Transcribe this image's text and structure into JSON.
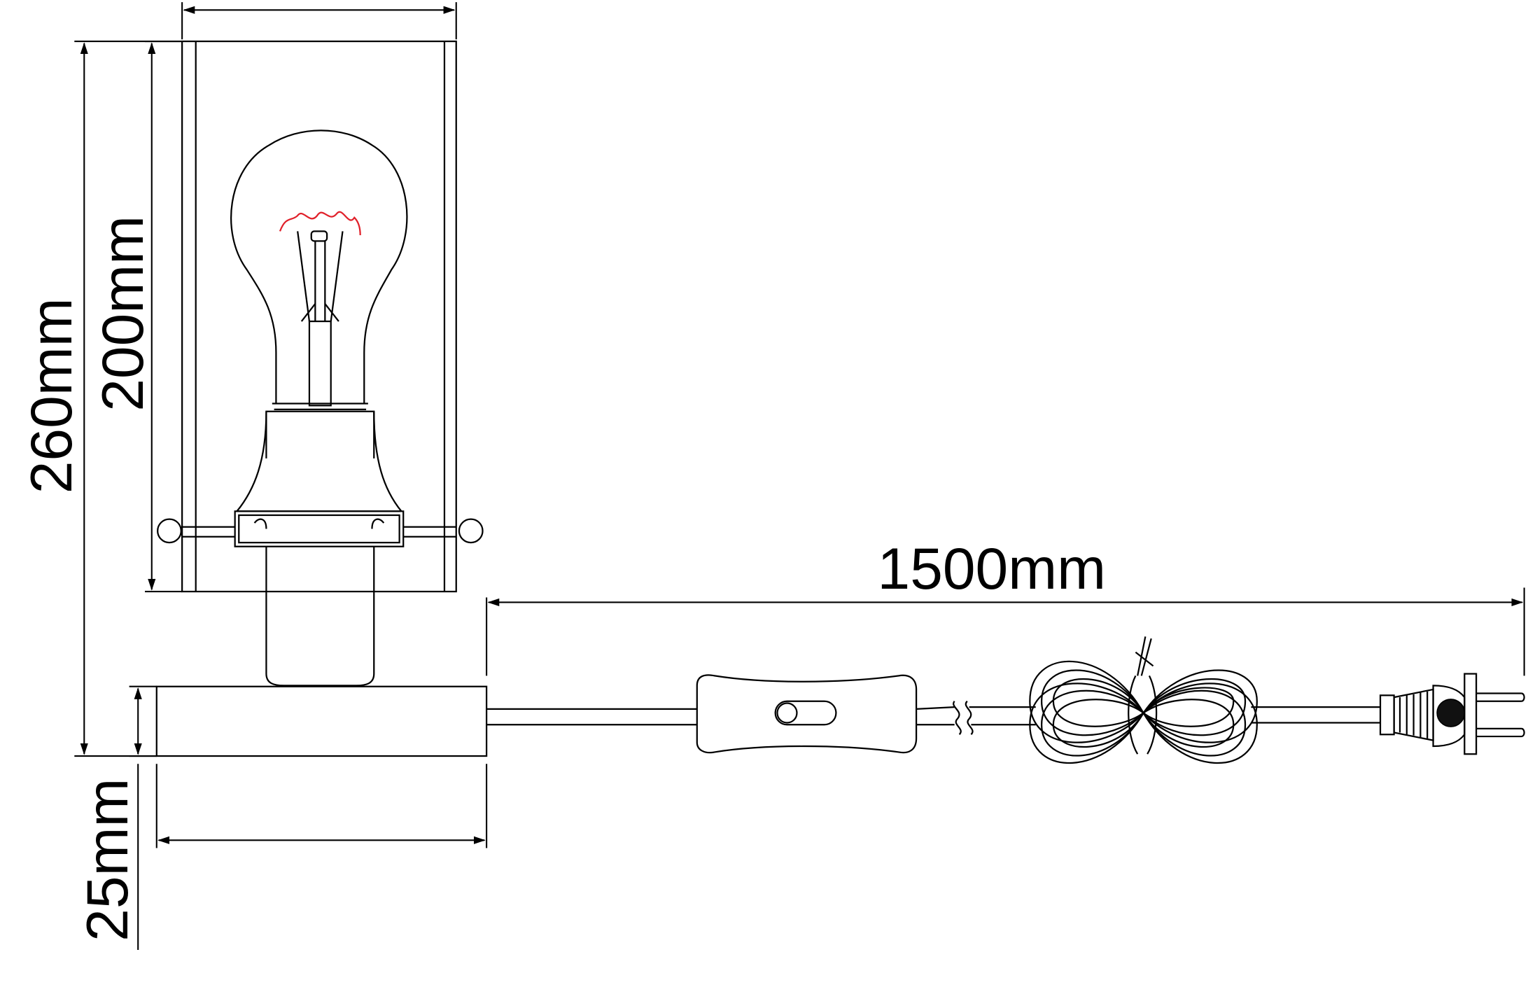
{
  "dimensions": {
    "total_height": "260mm",
    "shade_height": "200mm",
    "base_height": "25mm",
    "cable_length": "1500mm"
  },
  "colors": {
    "line": "#000000",
    "filament": "#e0202a",
    "background": "#ffffff"
  },
  "icons": [
    "bulb-icon",
    "switch-icon",
    "plug-icon",
    "cable-coil-icon"
  ]
}
